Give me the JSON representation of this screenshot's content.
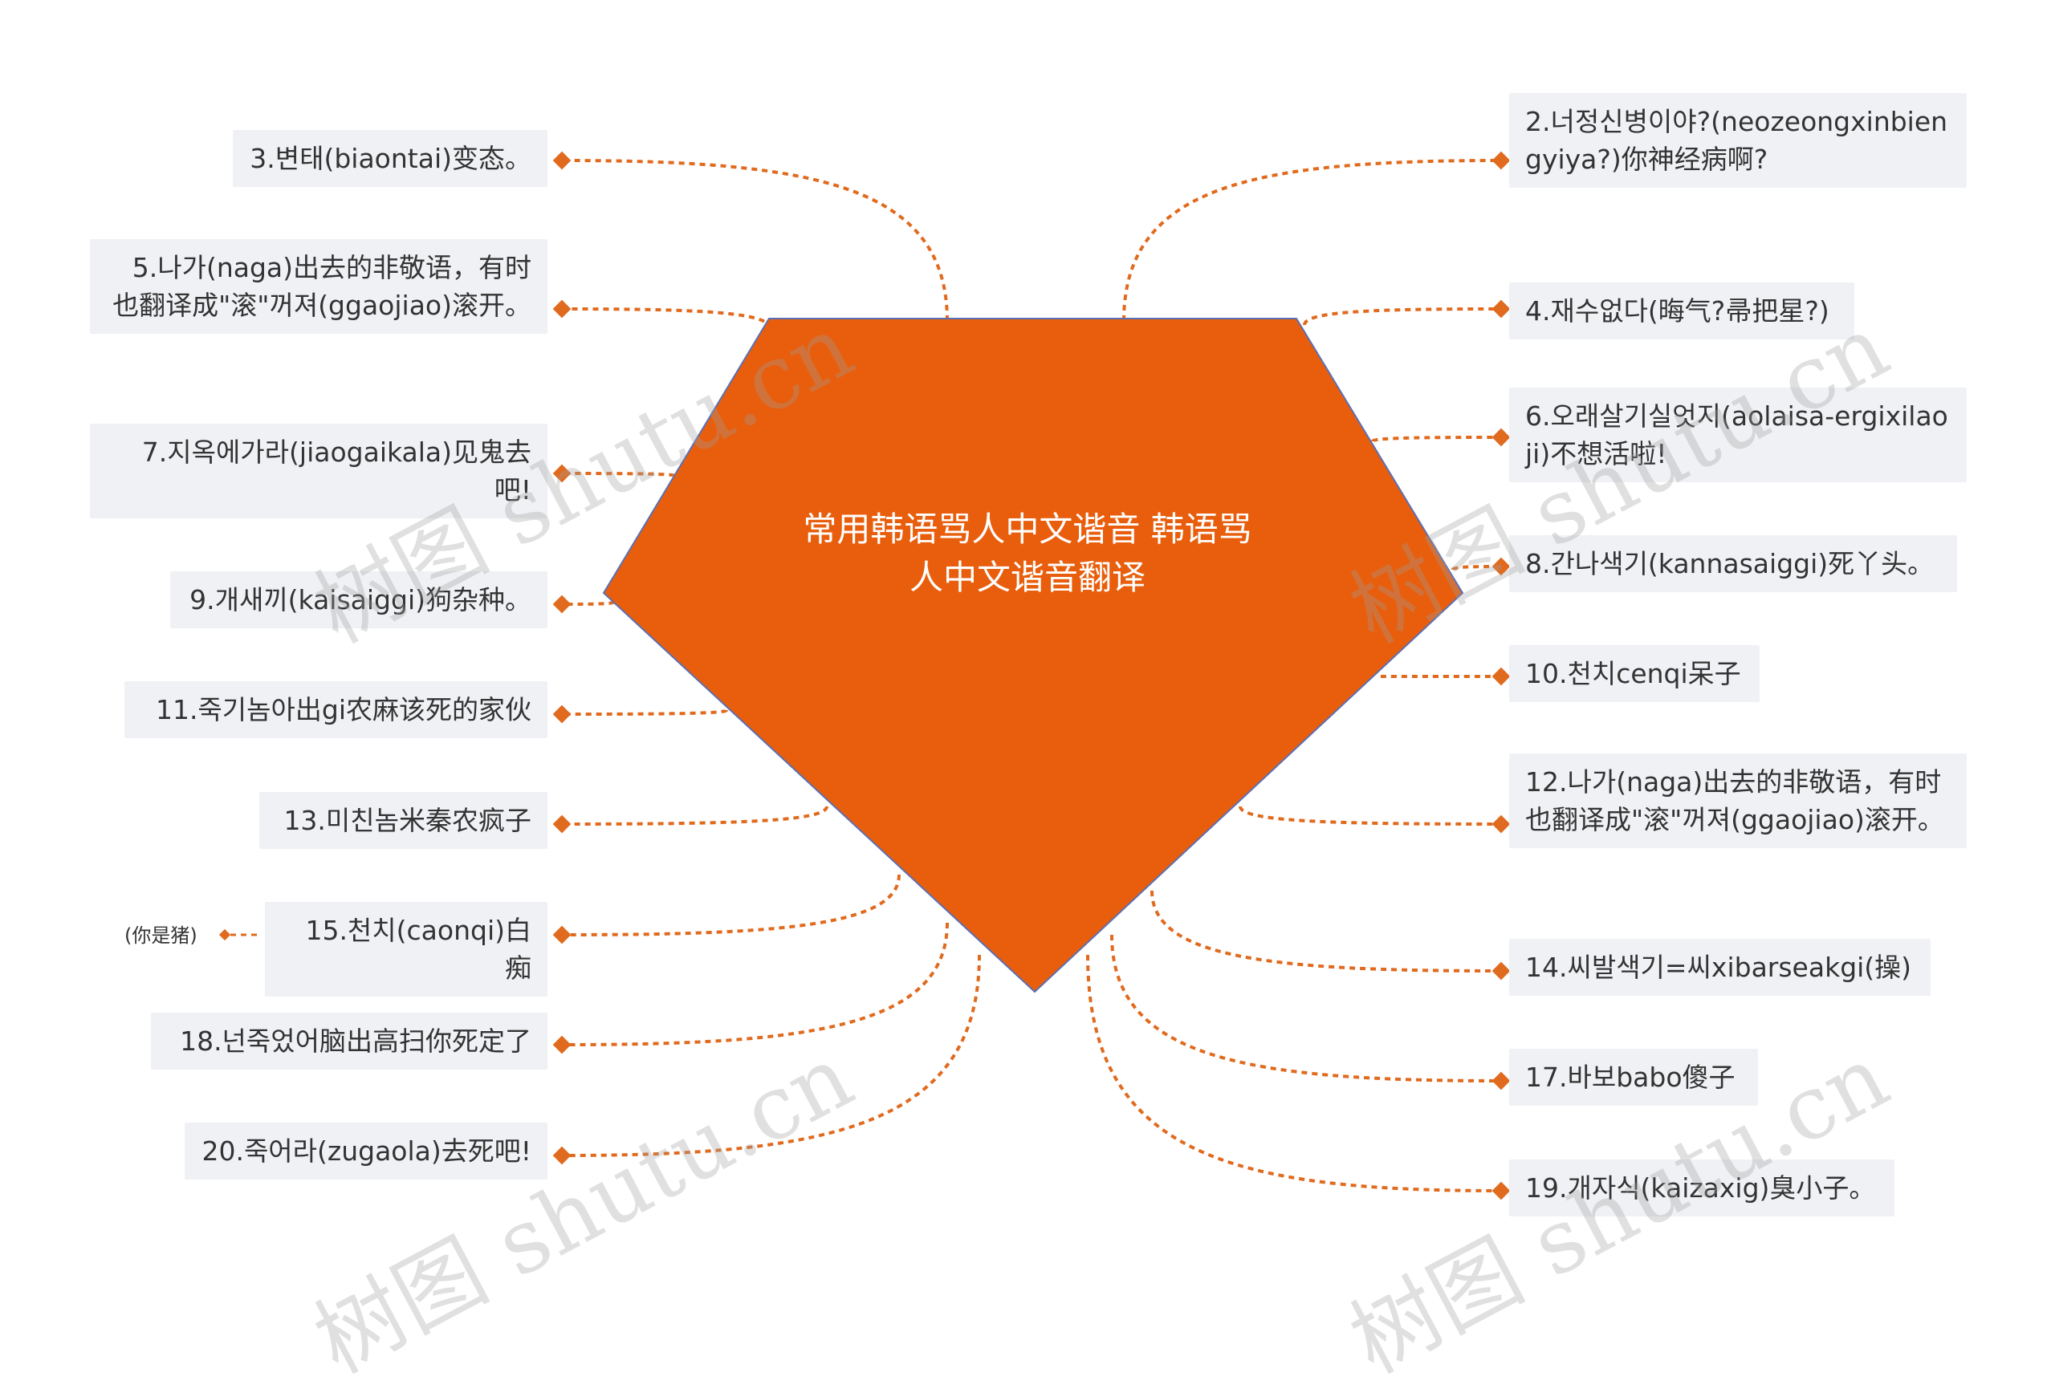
{
  "center": {
    "title": "常用韩语骂人中文谐音  韩语骂人中文谐音翻译",
    "fill": "#e85e0c"
  },
  "connector_color": "#e06a1e",
  "left_nodes": [
    {
      "id": "n3",
      "text": "3.변태(biaontai)变态。"
    },
    {
      "id": "n5",
      "text": "5.나가(naga)出去的非敬语，有时也翻译成\"滚\"꺼져(ggaojiao)滚开。"
    },
    {
      "id": "n7",
      "text": "7.지옥에가라(jiaogaikala)见鬼去吧!"
    },
    {
      "id": "n9",
      "text": "9.개새끼(kaisaiggi)狗杂种。"
    },
    {
      "id": "n11",
      "text": "11.죽기놈아出gi农麻该死的家伙"
    },
    {
      "id": "n13",
      "text": "13.미친놈米秦农疯子"
    },
    {
      "id": "n15",
      "text": "15.천치(caonqi)白痴"
    },
    {
      "id": "n18",
      "text": "18.넌죽었어脑出高扫你死定了"
    },
    {
      "id": "n20",
      "text": "20.죽어라(zugaola)去死吧!"
    }
  ],
  "right_nodes": [
    {
      "id": "n2",
      "text": "2.너정신병이야?(neozeongxinbiengyiya?)你神经病啊?"
    },
    {
      "id": "n4",
      "text": "4.재수없다(晦气?帚把星?)"
    },
    {
      "id": "n6",
      "text": "6.오래살기실엇지(aolaisa-ergixilaoji)不想活啦!"
    },
    {
      "id": "n8",
      "text": "8.간나색기(kannasaiggi)死丫头。"
    },
    {
      "id": "n10",
      "text": "10.천치cenqi呆子"
    },
    {
      "id": "n12",
      "text": "12.나가(naga)出去的非敬语，有时也翻译成\"滚\"꺼져(ggaojiao)滚开。"
    },
    {
      "id": "n14",
      "text": "14.씨발색기=씨xibarseakgi(操)"
    },
    {
      "id": "n17",
      "text": "17.바보babo傻子"
    },
    {
      "id": "n19",
      "text": "19.개자식(kaizaxig)臭小子。"
    }
  ],
  "sub_note": {
    "text": "(你是猪)"
  },
  "watermark": {
    "text": "树图 shutu.cn"
  }
}
